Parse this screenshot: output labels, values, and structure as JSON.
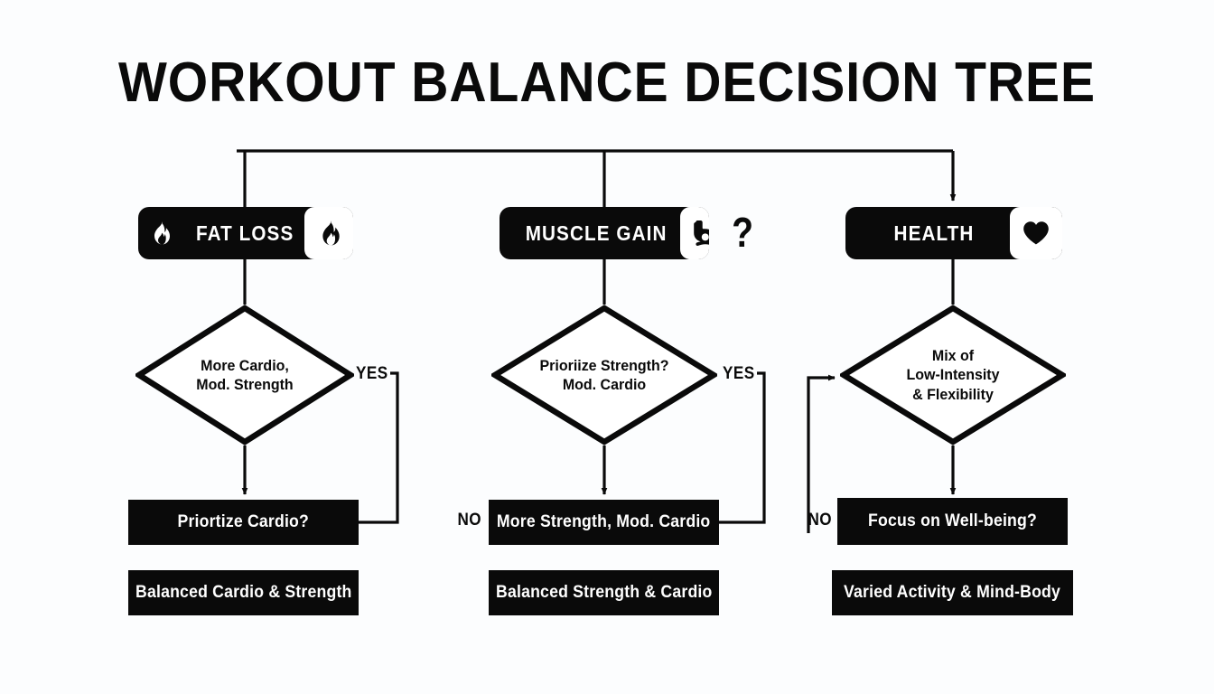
{
  "title": "WORKOUT BALANCE DECISION TREE",
  "theme": {
    "background": "#fcfdfe",
    "ink": "#0a0a0a",
    "paper": "#ffffff"
  },
  "question_marker": "?",
  "branches": [
    {
      "id": "fat-loss",
      "goal_label": "FAT LOSS",
      "goal_icon_left": "flame-icon",
      "goal_icon_right": "flame-icon",
      "decision_lines": [
        "More Cardio,",
        "Mod. Strength"
      ],
      "edge_label": "YES",
      "edge_label_side": "right",
      "action_label": "Priortize Cardio?",
      "outcome_label": "Balanced Cardio & Strength"
    },
    {
      "id": "muscle-gain",
      "goal_label": "MUSCLE GAIN",
      "goal_icon_left": "",
      "goal_icon_right": "bicep-icon",
      "decision_lines": [
        "Prioriize Strength?",
        "Mod. Cardio"
      ],
      "edge_label": "YES",
      "edge_label_side": "right",
      "secondary_edge_label": "NO",
      "action_label": "More Strength, Mod. Cardio",
      "outcome_label": "Balanced Strength & Cardio"
    },
    {
      "id": "health",
      "goal_label": "HEALTH",
      "goal_icon_left": "",
      "goal_icon_right": "heart-icon",
      "decision_lines": [
        "Mix of",
        "Low-Intensity",
        "& Flexibility"
      ],
      "edge_label": "NO",
      "edge_label_side": "left",
      "action_label": "Focus on Well-being?",
      "outcome_label": "Varied Activity & Mind-Body"
    }
  ]
}
